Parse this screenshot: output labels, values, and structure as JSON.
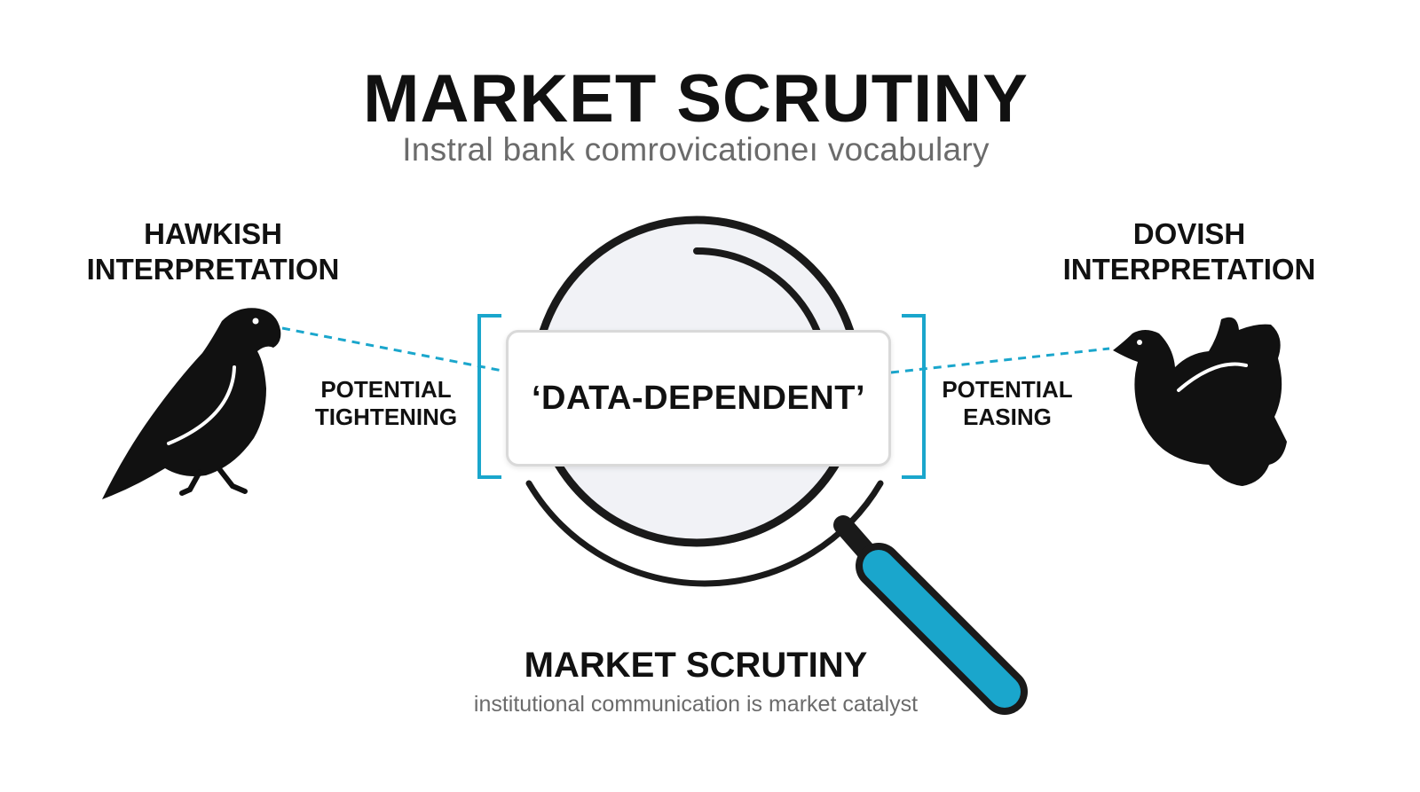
{
  "header": {
    "title": "MARKET SCRUTINY",
    "subtitle": "Instral bank comrovicationeı vocabulary"
  },
  "left_panel": {
    "heading": "HAWKISH\nINTERPRETATION",
    "note": "POTENTIAL\nTIGHTENING",
    "icon": "hawk-icon"
  },
  "right_panel": {
    "heading": "DOVISH\nINTERPRETATION",
    "note": "POTENTIAL\nEASING",
    "icon": "dove-icon"
  },
  "center": {
    "term": "‘DATA-DEPENDENT’",
    "icon": "magnifying-glass-icon"
  },
  "footer": {
    "title": "MARKET SCRUTINY",
    "caption": "institutional communication is market catalyst"
  },
  "colors": {
    "accent": "#1aa6cc",
    "ink": "#111111",
    "muted": "#6b6b6b"
  }
}
